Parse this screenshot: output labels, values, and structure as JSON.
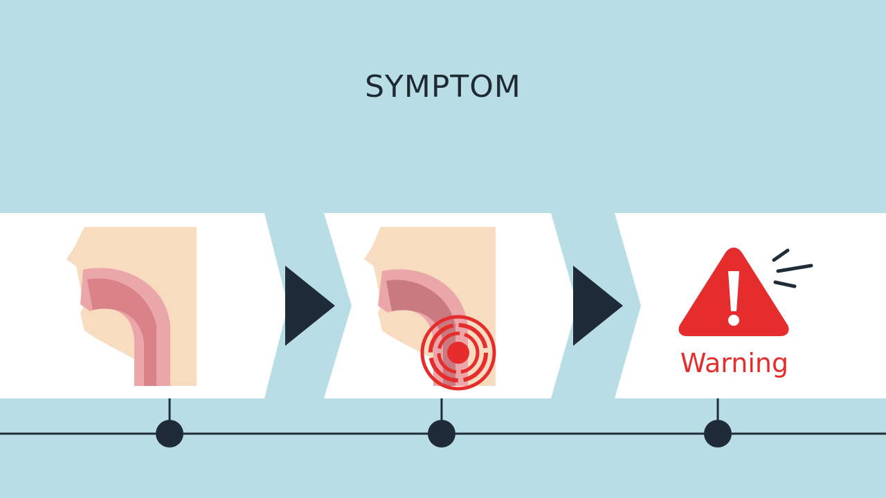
{
  "title": "SYMPTOM",
  "steps": [
    {
      "name": "normal-throat",
      "icon": "throat-cross-section-icon"
    },
    {
      "name": "sore-throat",
      "icon": "throat-pain-target-icon"
    },
    {
      "name": "warning",
      "icon": "warning-triangle-icon",
      "label": "Warning"
    }
  ],
  "colors": {
    "background": "#b8dde4",
    "panel": "#ffffff",
    "arrow": "#1f2c38",
    "skin": "#f7dcc0",
    "throat": "#e39aa0",
    "alert": "#e52d2d"
  }
}
